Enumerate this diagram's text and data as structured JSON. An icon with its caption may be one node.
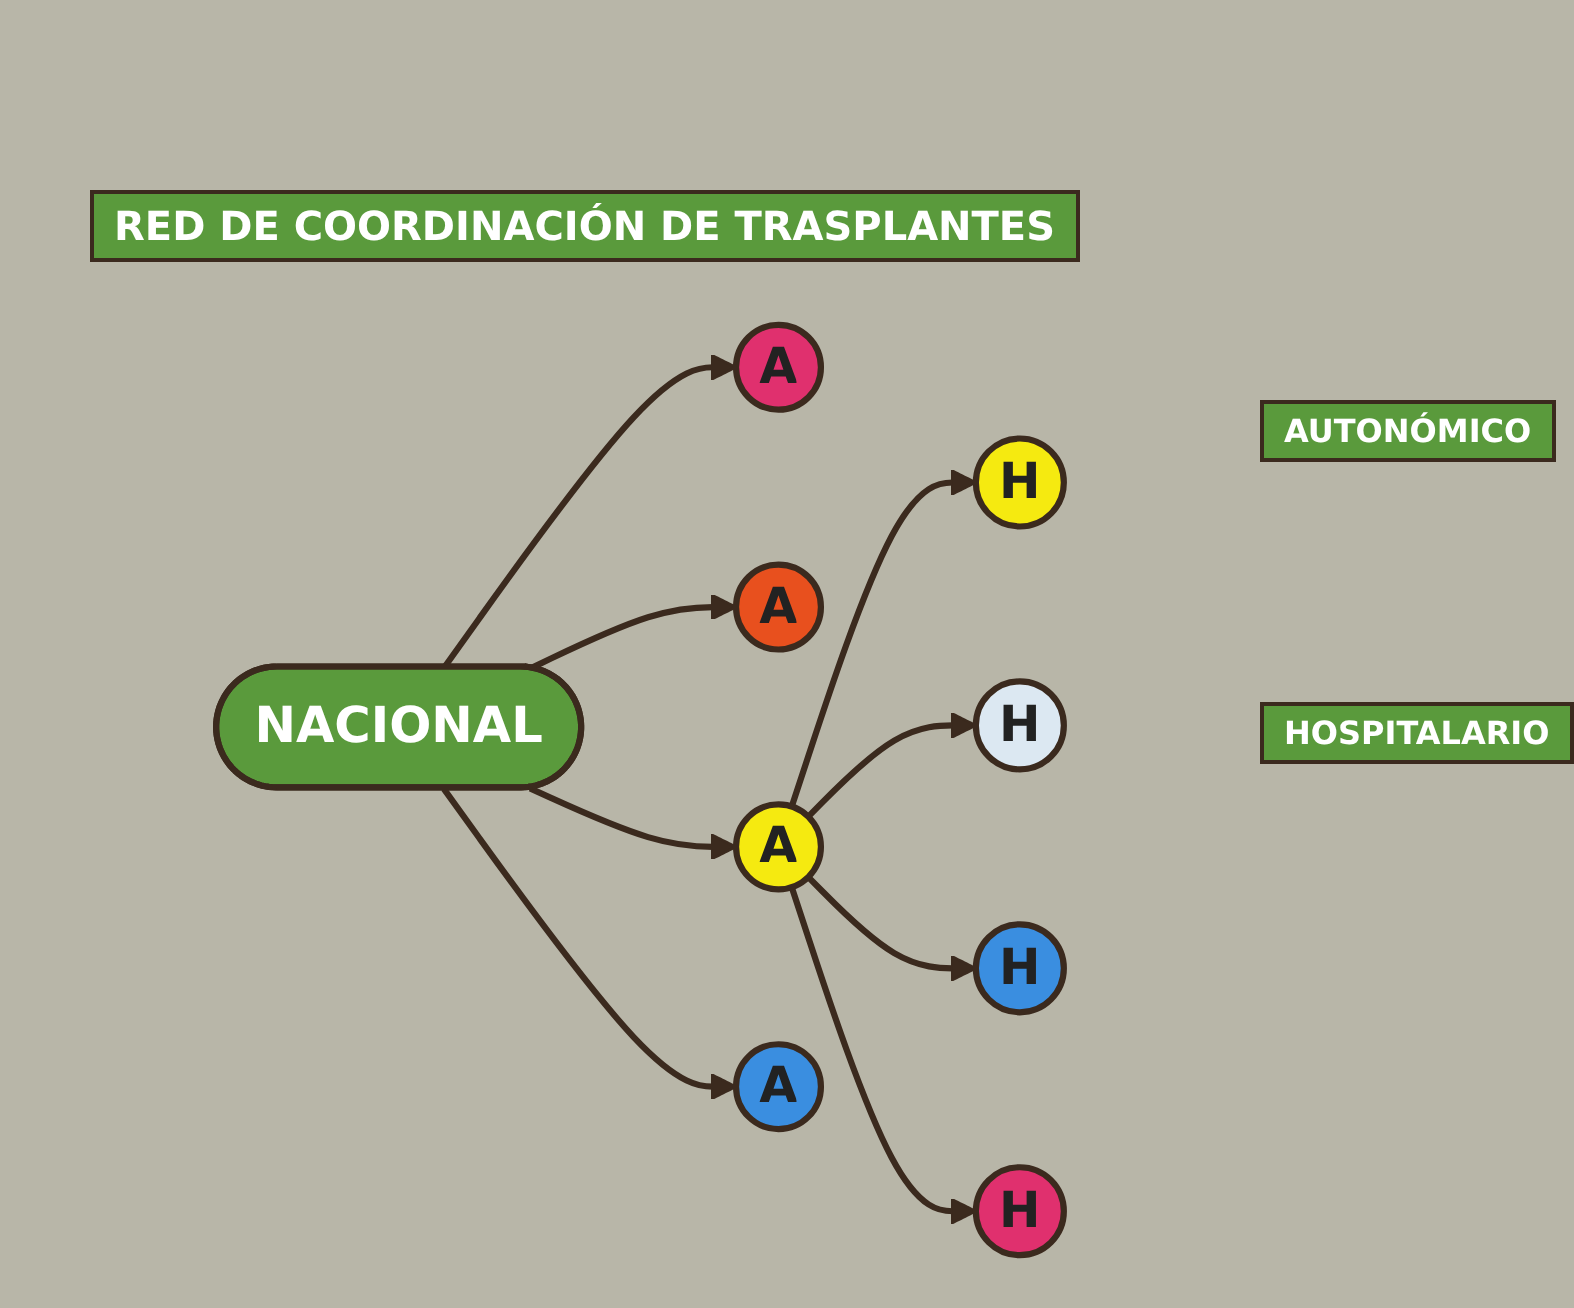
{
  "diagram": {
    "title": "RED DE COORDINACIÓN DE TRASPLANTES",
    "nodes": [
      {
        "text": [
          "NACIONAL"
        ]
      },
      {
        "text": [
          "A"
        ]
      },
      {
        "text": [
          "A"
        ]
      },
      {
        "text": [
          "A"
        ]
      },
      {
        "text": [
          "A"
        ]
      },
      {
        "text": [
          "H"
        ]
      },
      {
        "text": [
          "H"
        ]
      },
      {
        "text": [
          "H"
        ]
      },
      {
        "text": [
          "H"
        ]
      }
    ],
    "edges": [
      {
        "from": 0,
        "to": 1,
        "arrow": "to"
      },
      {
        "from": 0,
        "to": 2,
        "arrow": "to"
      },
      {
        "from": 0,
        "to": 3,
        "arrow": "to"
      },
      {
        "from": 0,
        "to": 4,
        "arrow": "to"
      },
      {
        "from": 3,
        "to": 5,
        "arrow": "to"
      },
      {
        "from": 3,
        "to": 6,
        "arrow": "to"
      },
      {
        "from": 3,
        "to": 7,
        "arrow": "to"
      },
      {
        "from": 3,
        "to": 8,
        "arrow": "to"
      }
    ],
    "labels": [
      "AUTONÓMICO",
      "HOSPITALARIO"
    ]
  }
}
